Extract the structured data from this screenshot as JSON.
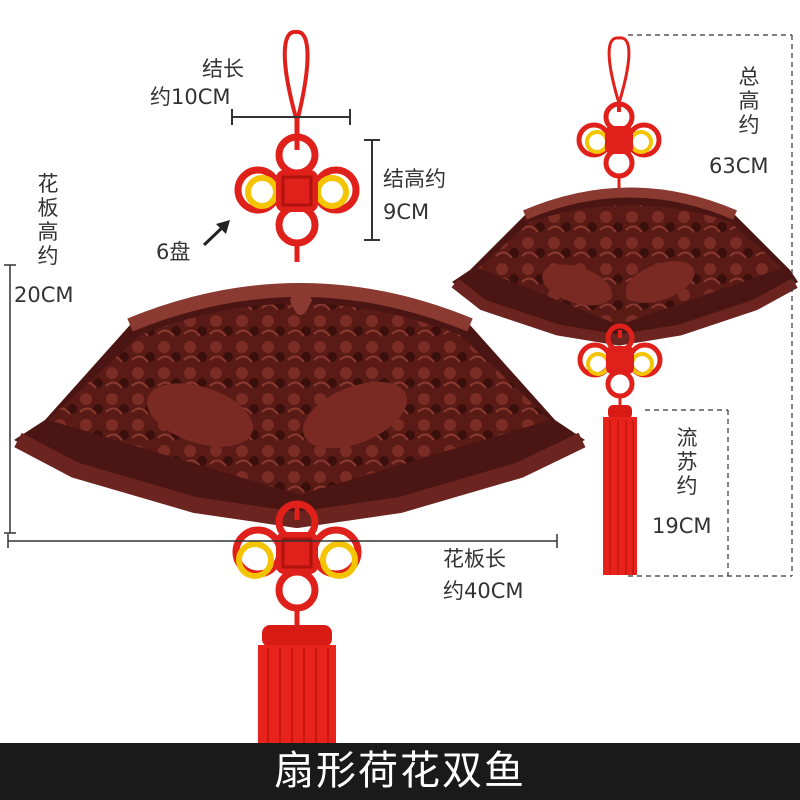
{
  "colors": {
    "wood_dark": "#4a1512",
    "wood_mid": "#6b2420",
    "wood_light": "#8a3a30",
    "knot_red": "#e0201a",
    "knot_yellow": "#f5c400",
    "tassel_red": "#e8231b",
    "banner_bg": "#1a1a1a",
    "text": "#333333"
  },
  "labels": {
    "knot_length": "结长",
    "knot_length_value": "约10CM",
    "knot_height": "结高约",
    "knot_height_value": "9CM",
    "coil_count": "6盘",
    "panel_height": "花板高约",
    "panel_height_value": "20CM",
    "panel_length": "花板长",
    "panel_length_value": "约40CM",
    "total_height": "总高约",
    "total_height_value": "63CM",
    "tassel_length": "流苏约",
    "tassel_length_value": "19CM"
  },
  "banner": {
    "title": "扇形荷花双鱼"
  }
}
